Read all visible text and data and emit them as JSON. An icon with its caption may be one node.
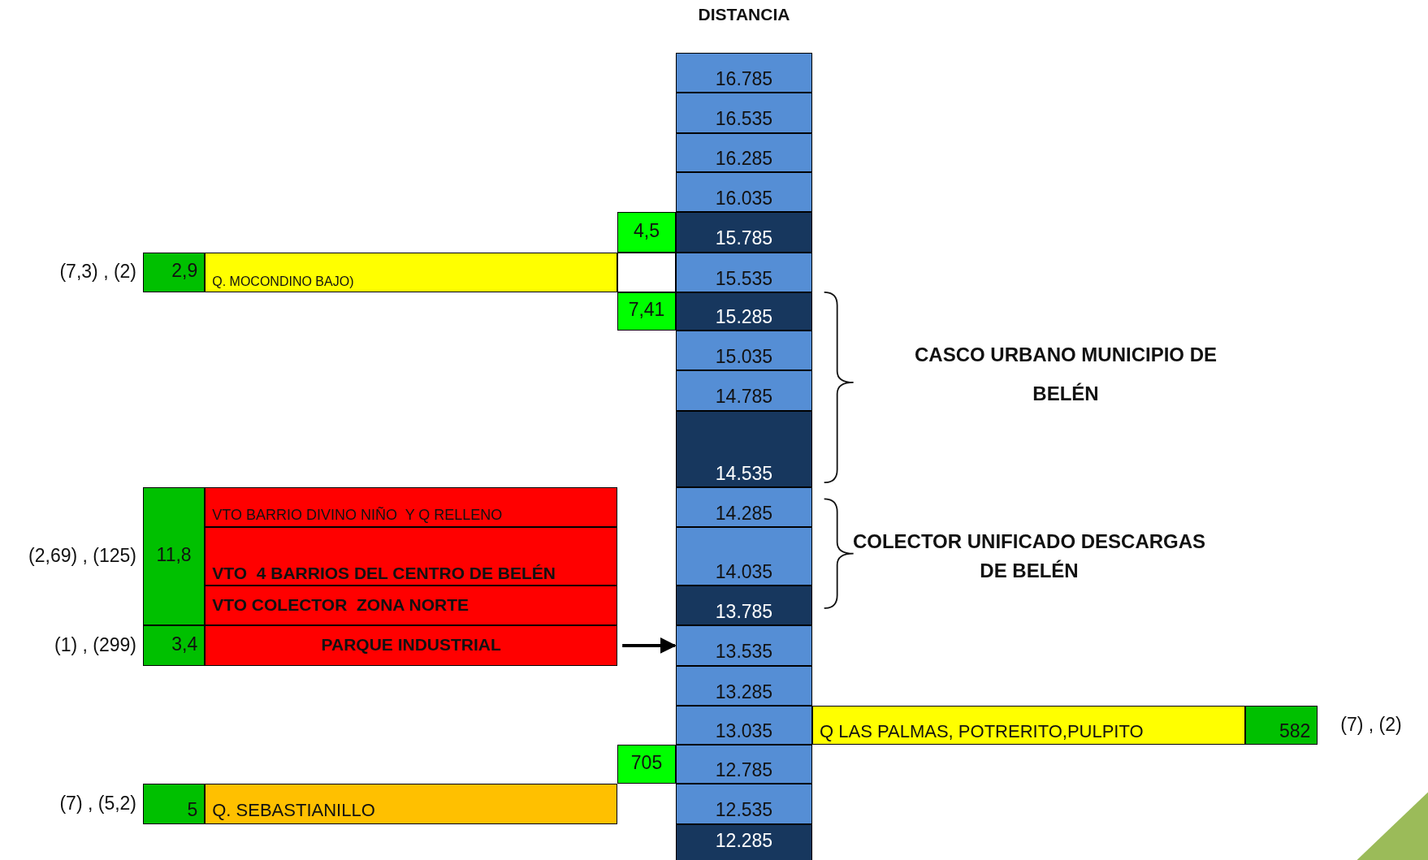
{
  "diagram": {
    "title": "DISTANCIA",
    "nodes": [
      {
        "text": [
          "16.785"
        ]
      },
      {
        "text": [
          "16.535"
        ]
      },
      {
        "text": [
          "16.285"
        ]
      },
      {
        "text": [
          "16.035"
        ]
      },
      {
        "text": [
          "4,5"
        ]
      },
      {
        "text": [
          "15.785"
        ]
      },
      {
        "text": [
          "2,9"
        ],
        "beside": [
          "(7,3) , (2)"
        ]
      },
      {
        "text": [
          "Q. MOCONDINO BAJO)"
        ]
      },
      {
        "text": [],
        "shape": "box"
      },
      {
        "text": [
          "15.535"
        ]
      },
      {
        "text": [
          "7,41"
        ]
      },
      {
        "text": [
          "15.285"
        ]
      },
      {
        "text": [
          "15.035"
        ]
      },
      {
        "text": [
          "14.785"
        ]
      },
      {
        "text": [
          "14.535"
        ]
      },
      {
        "text": [
          "11,8"
        ],
        "beside": [
          "(2,69) , (125)"
        ]
      },
      {
        "text": [
          "VTO BARRIO DIVINO NIÑO  Y Q RELLENO"
        ]
      },
      {
        "text": [
          "14.285"
        ]
      },
      {
        "text": [
          "VTO  4 BARRIOS DEL CENTRO DE BELÉN"
        ]
      },
      {
        "text": [
          "14.035"
        ]
      },
      {
        "text": [
          "VTO COLECTOR  ZONA NORTE"
        ]
      },
      {
        "text": [
          "13.785"
        ]
      },
      {
        "text": [
          "3,4"
        ],
        "beside": [
          "(1) , (299)"
        ]
      },
      {
        "text": [
          "PARQUE INDUSTRIAL"
        ]
      },
      {
        "text": [
          "13.535"
        ]
      },
      {
        "text": [
          "13.285"
        ]
      },
      {
        "text": [
          "13.035"
        ]
      },
      {
        "text": [
          "Q LAS PALMAS, POTRERITO,PULPITO"
        ]
      },
      {
        "text": [
          "582"
        ],
        "beside": [
          "(7) , (2)"
        ]
      },
      {
        "text": [
          "705"
        ]
      },
      {
        "text": [
          "12.785"
        ]
      },
      {
        "text": [
          "5"
        ],
        "beside": [
          "(7) , (5,2)"
        ]
      },
      {
        "text": [
          "Q. SEBASTIANILLO"
        ]
      },
      {
        "text": [
          "12.535"
        ]
      },
      {
        "text": [
          "12.285"
        ]
      }
    ],
    "edges": [
      {
        "from": 23,
        "to": 24,
        "arrow": "to"
      }
    ],
    "labels": [
      "CASCO URBANO MUNICIPIO DE BELÉN",
      "COLECTOR UNIFICADO DESCARGAS DE BELÉN"
    ]
  }
}
